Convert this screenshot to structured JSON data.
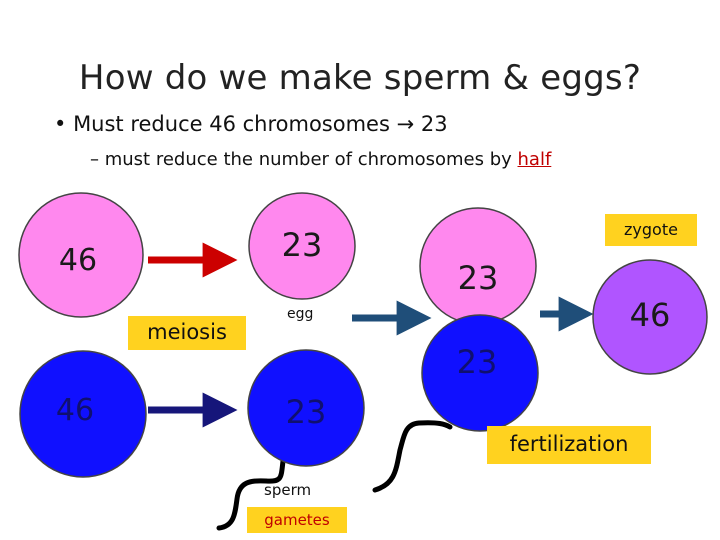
{
  "title": "How do we make sperm & eggs?",
  "bullet1": {
    "marker": "•",
    "text": "Must reduce 46 chromosomes",
    "arrow": "→",
    "value": "23"
  },
  "bullet2": {
    "marker": "–",
    "text": "must reduce the number of chromosomes by ",
    "emphasis": "half"
  },
  "circles": {
    "parent_top": "46",
    "parent_bottom": "46",
    "egg": "23",
    "sperm": "23",
    "fert_egg": "23",
    "fert_sperm": "23",
    "zygote": "46"
  },
  "labels": {
    "meiosis": "meiosis",
    "egg": "egg",
    "sperm": "sperm",
    "gametes": "gametes",
    "zygote": "zygote",
    "fertilization": "fertilization"
  },
  "colors": {
    "pink": "#ff88ee",
    "blue": "#1010ff",
    "purple": "#b055ff",
    "red_arrow": "#cc0000",
    "navy_arrow": "#16167a",
    "steel_arrow": "#1f4e79",
    "label_bg": "#ffd21f",
    "gametes_text": "#c00000"
  }
}
